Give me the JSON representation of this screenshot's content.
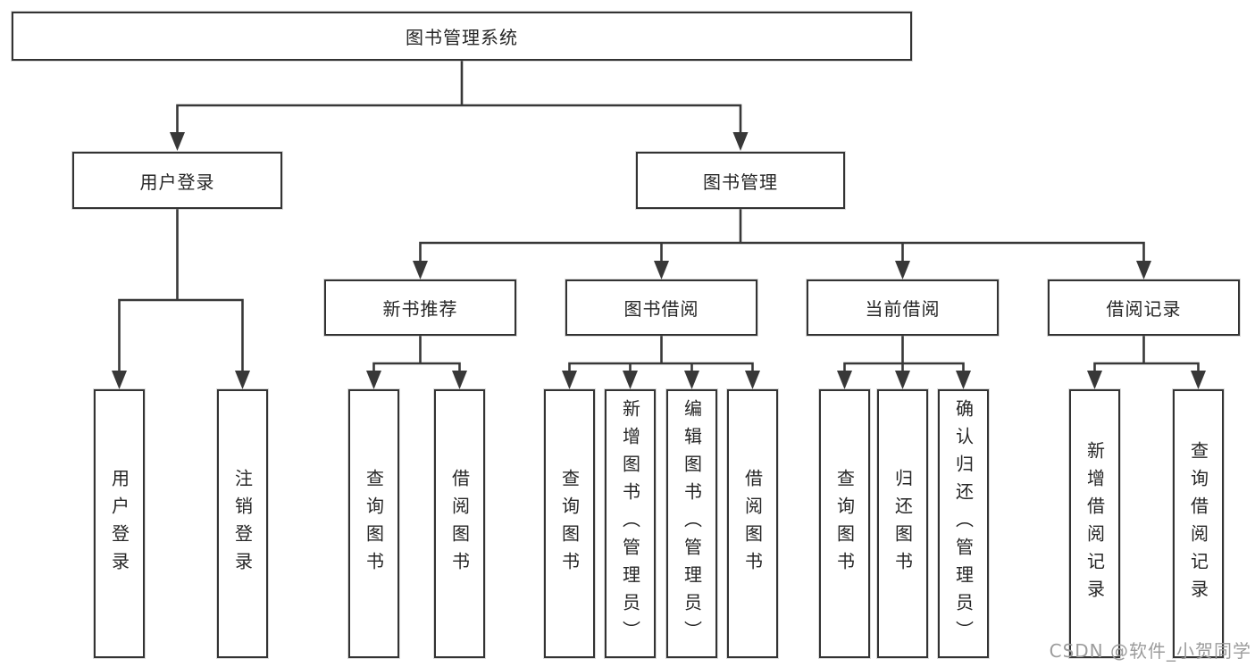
{
  "tree": {
    "label": "图书管理系统",
    "children": [
      {
        "label": "用户登录",
        "children": [
          {
            "label": "用户登录"
          },
          {
            "label": "注销登录"
          }
        ]
      },
      {
        "label": "图书管理",
        "children": [
          {
            "label": "新书推荐",
            "children": [
              {
                "label": "查询图书"
              },
              {
                "label": "借阅图书"
              }
            ]
          },
          {
            "label": "图书借阅",
            "children": [
              {
                "label": "查询图书"
              },
              {
                "label": "新增图书（管理员）"
              },
              {
                "label": "编辑图书（管理员）"
              },
              {
                "label": "借阅图书"
              }
            ]
          },
          {
            "label": "当前借阅",
            "children": [
              {
                "label": "查询图书"
              },
              {
                "label": "归还图书"
              },
              {
                "label": "确认归还（管理员）"
              }
            ]
          },
          {
            "label": "借阅记录",
            "children": [
              {
                "label": "新增借阅记录"
              },
              {
                "label": "查询借阅记录"
              }
            ]
          }
        ]
      }
    ]
  },
  "watermark": {
    "text": "CSDN @软件_小贺同学"
  },
  "colors": {
    "line": "#383838",
    "box_border": "#333333",
    "text": "#262626",
    "watermark": "#9c9c9c",
    "background": "#ffffff"
  }
}
